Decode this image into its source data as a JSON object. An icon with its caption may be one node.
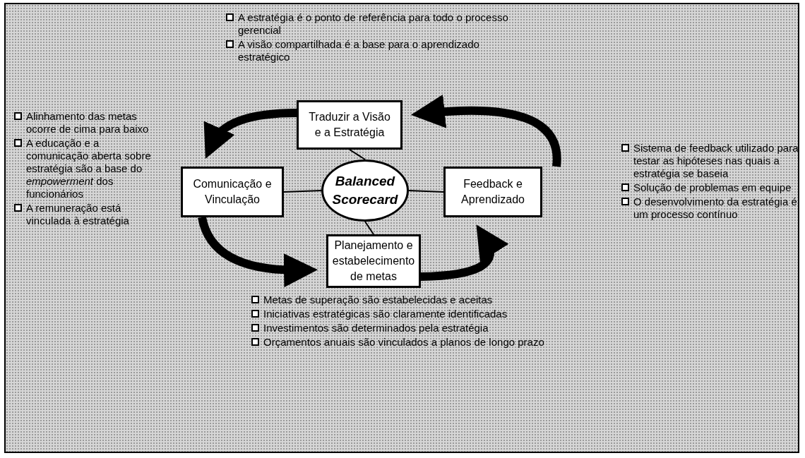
{
  "diagram": {
    "nodes": [
      {
        "text": [
          "Traduzir a Visão e a Estratégia"
        ]
      },
      {
        "text": [
          "Comunicação e Vinculação"
        ]
      },
      {
        "text": [
          "Balanced Scorecard"
        ]
      },
      {
        "text": [
          "Feedback e Aprendizado"
        ]
      },
      {
        "text": [
          "Planejamento e estabelecimento de metas"
        ]
      }
    ],
    "edges": [
      {
        "from": 2,
        "to": 0,
        "arrow": "none"
      },
      {
        "from": 2,
        "to": 1,
        "arrow": "none"
      },
      {
        "from": 2,
        "to": 3,
        "arrow": "none"
      },
      {
        "from": 2,
        "to": 4,
        "arrow": "none"
      },
      {
        "from": 0,
        "to": 1,
        "arrow": "to",
        "style": "thick"
      },
      {
        "from": 1,
        "to": 4,
        "arrow": "to",
        "style": "thick"
      },
      {
        "from": 4,
        "to": 3,
        "arrow": "to",
        "style": "thick"
      },
      {
        "from": 3,
        "to": 0,
        "arrow": "to",
        "style": "thick"
      }
    ],
    "labels": [
      "A estratégia é o ponto de referência para todo o processo gerencial",
      "A visão compartilhada é a base para o aprendizado estratégico",
      "Alinhamento das metas ocorre de cima para baixo",
      "A educação e a comunicação aberta sobre estratégia são a base do *empowerment* dos funcionários",
      "A remuneração está vinculada à estratégia",
      "Sistema de feedback utilizado para testar as hipóteses nas quais a estratégia se baseia",
      "Solução de problemas em equipe",
      "O desenvolvimento da estratégia é um processo contínuo",
      "Metas de superação são estabelecidas e aceitas",
      "Iniciativas estratégicas são claramente identificadas",
      "Investimentos são determinados pela estratégia",
      "Orçamentos anuais são vinculados a planos de longo prazo"
    ]
  }
}
